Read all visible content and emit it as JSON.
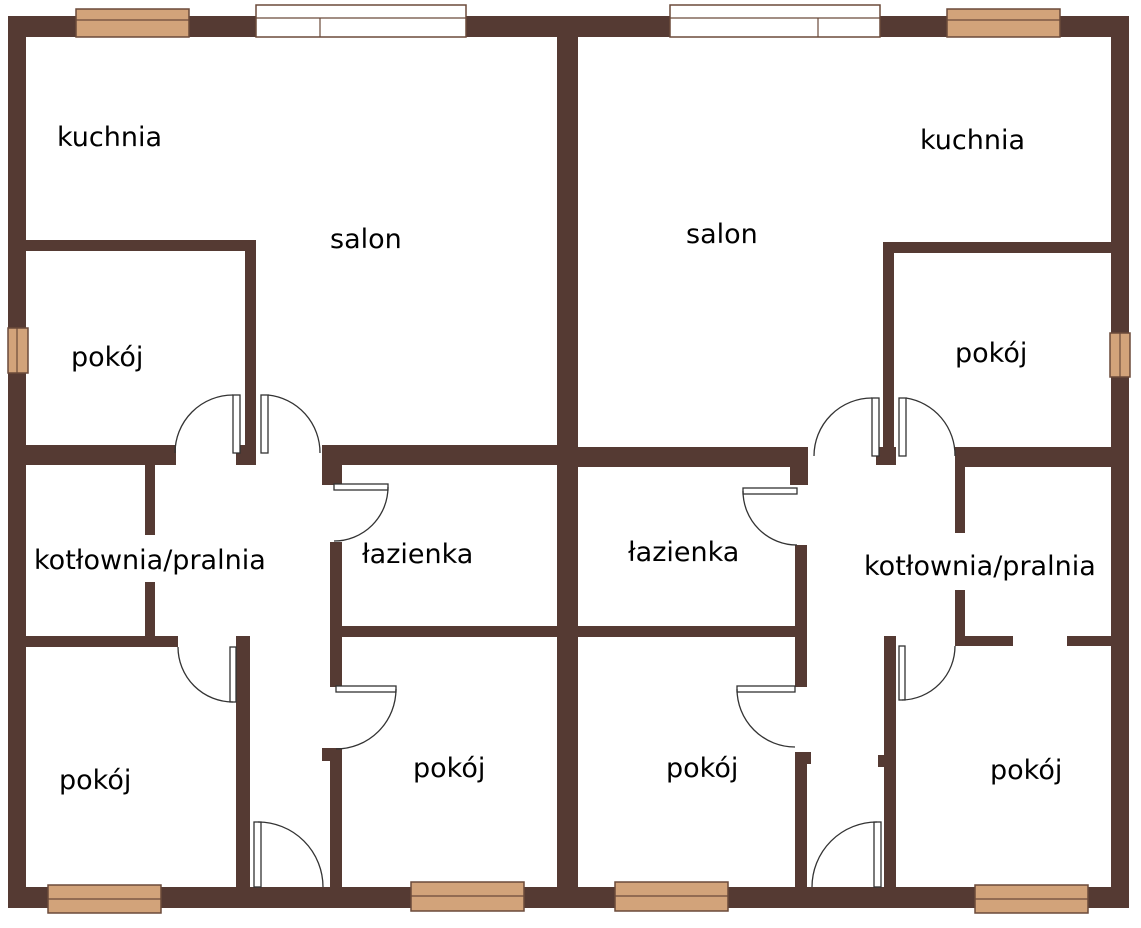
{
  "rooms": {
    "left": {
      "kitchen": "kuchnia",
      "living": "salon",
      "room_top": "pokój",
      "boiler": "kotłownia/pralnia",
      "bathroom": "łazienka",
      "room_bottom_left": "pokój",
      "room_bottom_mid": "pokój"
    },
    "right": {
      "kitchen": "kuchnia",
      "living": "salon",
      "room_top": "pokój",
      "boiler": "kotłownia/pralnia",
      "bathroom": "łazienka",
      "room_bottom_mid": "pokój",
      "room_bottom_right": "pokój"
    }
  },
  "colors": {
    "wall": "#553a33",
    "window_wood": "#d2a37a",
    "window_glass": "#ffffff",
    "door": "#333333",
    "background": "#ffffff",
    "text": "#000000"
  }
}
